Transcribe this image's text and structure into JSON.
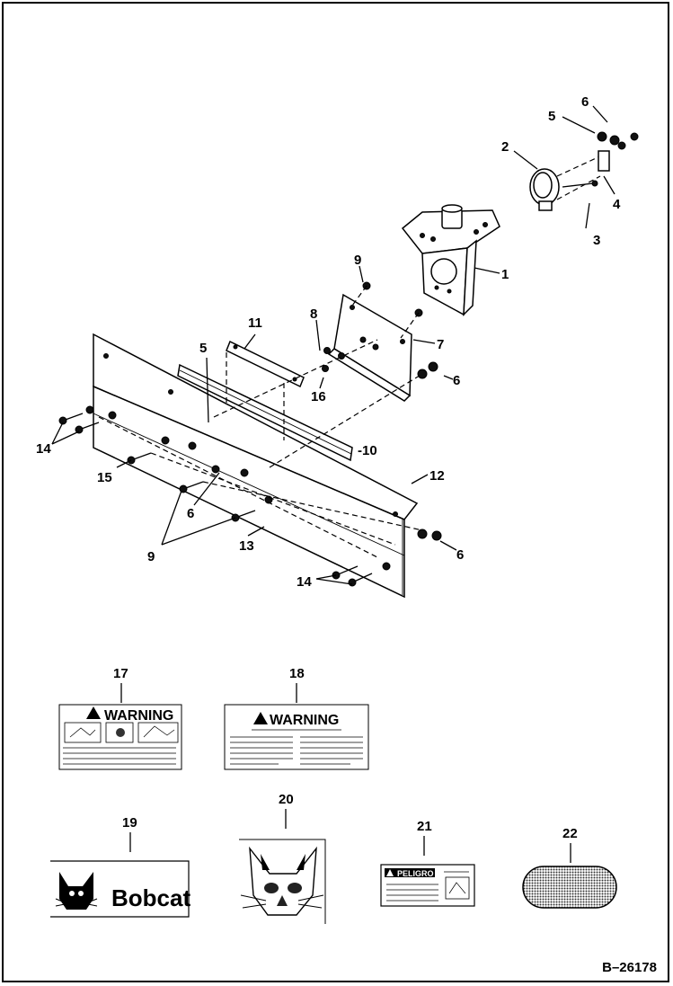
{
  "callouts": [
    "1",
    "2",
    "3",
    "4",
    "5",
    "6",
    "7",
    "8",
    "9",
    "11",
    "12",
    "13",
    "14",
    "15",
    "16",
    "17",
    "18",
    "19",
    "20",
    "21",
    "22",
    "-10"
  ],
  "decals": {
    "warning_17": "WARNING",
    "warning_18": "WARNING",
    "brand_19": "Bobcat",
    "danger_21": "PELIGRO"
  },
  "reference_number": "B–26178",
  "icons": [
    "warning-triangle-icon",
    "bobcat-head-logo-icon"
  ]
}
